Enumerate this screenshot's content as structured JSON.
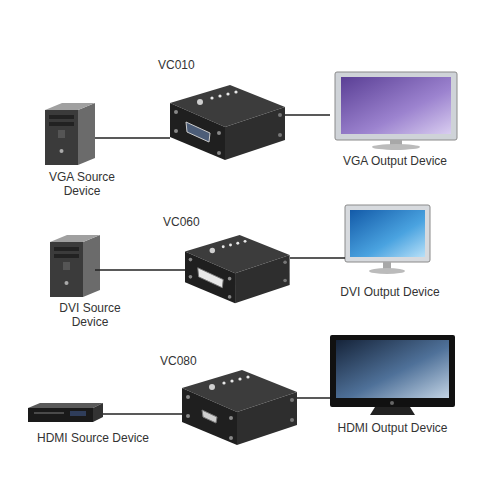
{
  "diagram": {
    "nodes": [
      {
        "text": [
          "VGA Source Device"
        ]
      },
      {
        "text": [
          "VC010"
        ]
      },
      {
        "text": [
          "VGA Output Device"
        ]
      },
      {
        "text": [
          "DVI Source Device"
        ]
      },
      {
        "text": [
          "VC060"
        ]
      },
      {
        "text": [
          "DVI Output Device"
        ]
      },
      {
        "text": [
          "HDMI Source Device"
        ]
      },
      {
        "text": [
          "VC080"
        ]
      },
      {
        "text": [
          "HDMI Output Device"
        ]
      }
    ],
    "edges": [
      {
        "from": 0,
        "to": 1,
        "arrow": "none"
      },
      {
        "from": 1,
        "to": 2,
        "arrow": "none"
      },
      {
        "from": 3,
        "to": 4,
        "arrow": "none"
      },
      {
        "from": 4,
        "to": 5,
        "arrow": "none"
      },
      {
        "from": 6,
        "to": 7,
        "arrow": "none"
      },
      {
        "from": 7,
        "to": 8,
        "arrow": "none"
      }
    ]
  }
}
